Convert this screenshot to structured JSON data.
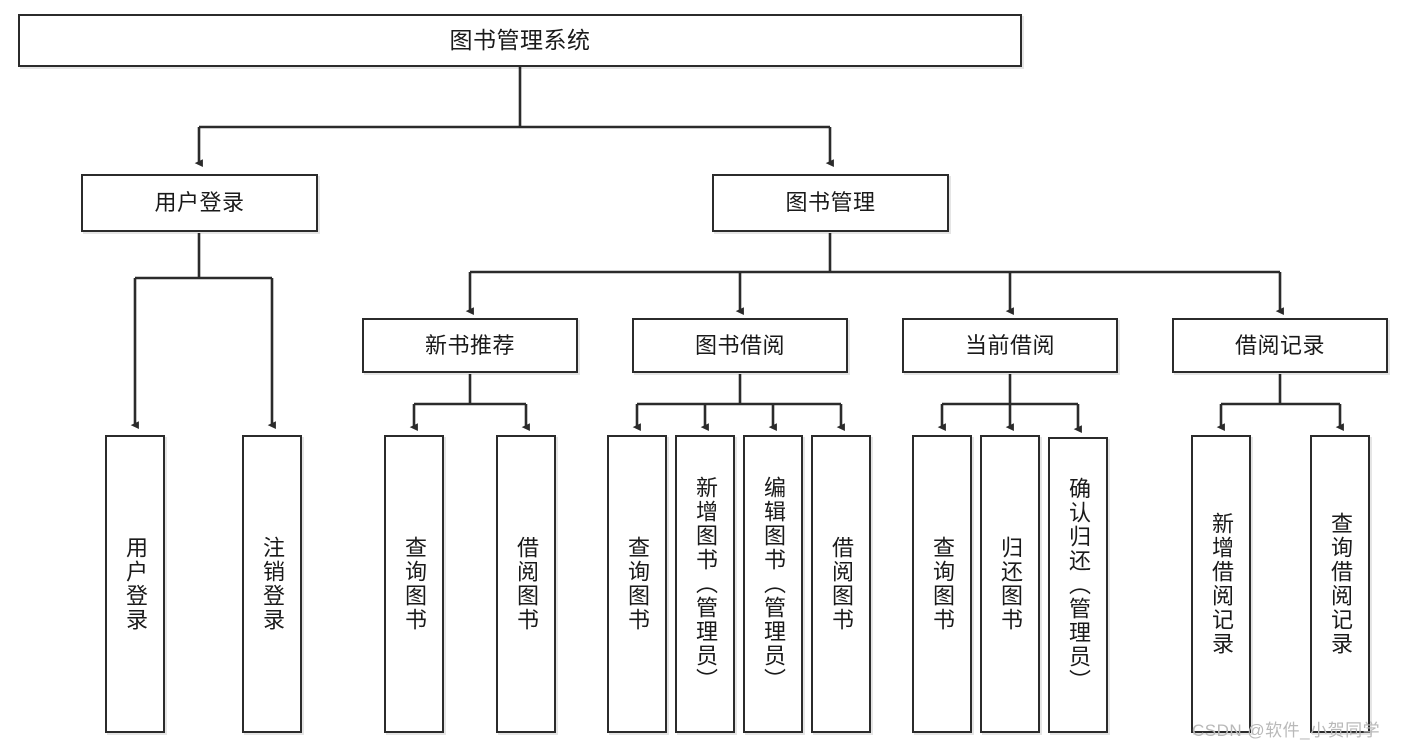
{
  "diagram": {
    "title": "图书管理系统",
    "type": "tree",
    "watermark": "CSDN @软件_小贺同学",
    "colors": {
      "node_border": "#2b2b2b",
      "node_fill": "#ffffff",
      "edge": "#2b2b2b",
      "text": "#1a1a1a",
      "watermark": "#b9b9b9"
    },
    "nodes": {
      "root": {
        "label": "图书管理系统"
      },
      "level2": [
        {
          "id": "user-login",
          "label": "用户登录"
        },
        {
          "id": "book-manage",
          "label": "图书管理"
        }
      ],
      "level3": [
        {
          "id": "new-book-rec",
          "label": "新书推荐"
        },
        {
          "id": "book-borrow",
          "label": "图书借阅"
        },
        {
          "id": "current-borrow",
          "label": "当前借阅"
        },
        {
          "id": "borrow-record",
          "label": "借阅记录"
        }
      ],
      "leaves": {
        "user_login": [
          {
            "id": "leaf-user-login",
            "label": "用户登录"
          },
          {
            "id": "leaf-logout",
            "label": "注销登录"
          }
        ],
        "new_book_rec": [
          {
            "id": "leaf-query-book-1",
            "label": "查询图书"
          },
          {
            "id": "leaf-borrow-book-1",
            "label": "借阅图书"
          }
        ],
        "book_borrow": [
          {
            "id": "leaf-query-book-2",
            "label": "查询图书"
          },
          {
            "id": "leaf-add-book",
            "label": "新增图书（管理员）"
          },
          {
            "id": "leaf-edit-book",
            "label": "编辑图书（管理员）"
          },
          {
            "id": "leaf-borrow-book-2",
            "label": "借阅图书"
          }
        ],
        "current_borrow": [
          {
            "id": "leaf-query-book-3",
            "label": "查询图书"
          },
          {
            "id": "leaf-return-book",
            "label": "归还图书"
          },
          {
            "id": "leaf-confirm-return",
            "label": "确认归还（管理员）"
          }
        ],
        "borrow_record": [
          {
            "id": "leaf-add-record",
            "label": "新增借阅记录"
          },
          {
            "id": "leaf-query-record",
            "label": "查询借阅记录"
          }
        ]
      }
    }
  }
}
